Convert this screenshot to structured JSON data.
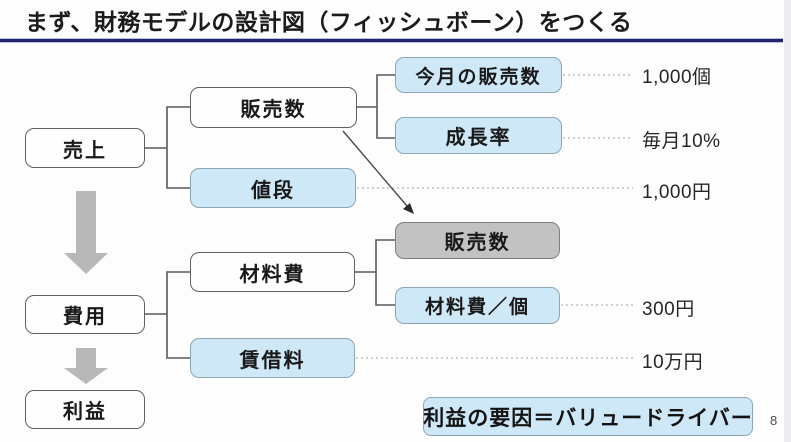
{
  "slide": {
    "title": "まず、財務モデルの設計図（フィッシュボーン）をつくる",
    "page_number": "8",
    "note": "利益の要因＝バリュードライバー"
  },
  "nodes": {
    "revenue": "売上",
    "expense": "費用",
    "profit": "利益",
    "sales_quantity": "販売数",
    "price": "値段",
    "material_cost": "材料費",
    "rent": "賃借料",
    "monthly_sales": "今月の販売数",
    "growth_rate": "成長率",
    "sales_quantity_driver": "販売数",
    "material_cost_per_unit": "材料費／個"
  },
  "values": {
    "monthly_sales": "1,000個",
    "growth_rate": "毎月10%",
    "price": "1,000円",
    "material_cost_per_unit": "300円",
    "rent": "10万円"
  },
  "icons": {
    "down_arrow_1": "down-arrow",
    "down_arrow_2": "down-arrow",
    "diagonal_arrow": "diagonal-arrow"
  },
  "colors": {
    "leaf_box_fill": "#cfe8f7",
    "leaf_box_border": "#8da6b4",
    "driver_box_fill": "#c2c2c2",
    "white_box_border": "#606060",
    "title_rule": "#23266e",
    "block_arrow": "#b8b8b8",
    "dotted_line": "#c2c2c2",
    "connector_line": "#5a5a5a"
  }
}
